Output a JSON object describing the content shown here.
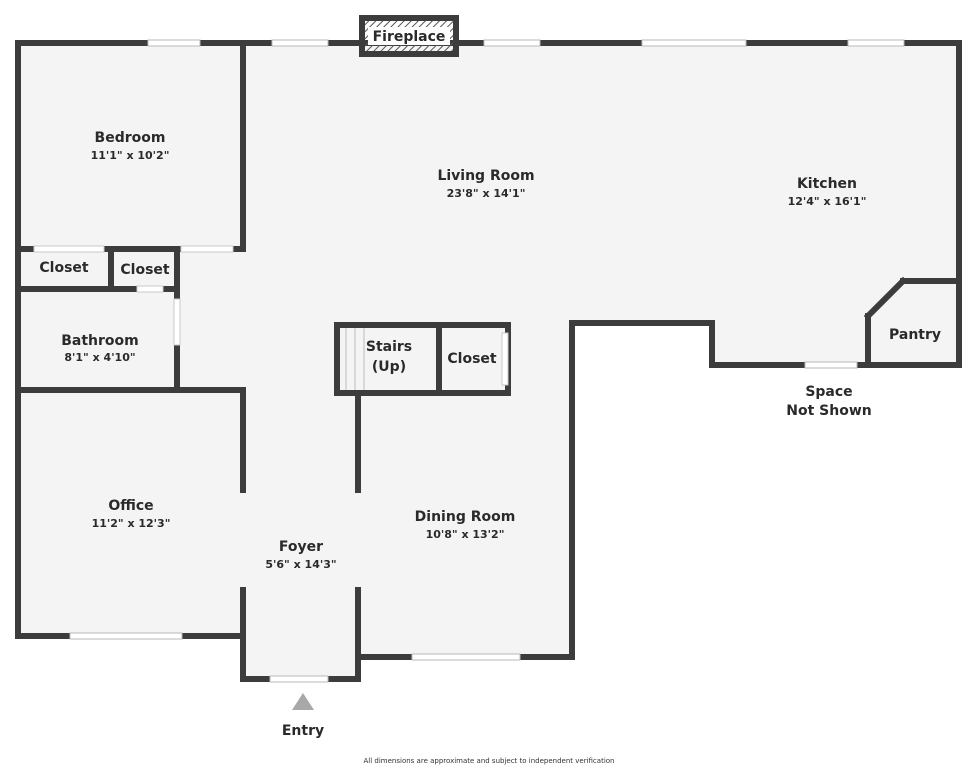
{
  "colors": {
    "wall": "#3c3c3c",
    "floor": "#f4f4f4",
    "window": "#ffffff",
    "fireplace_hatch": "#555555",
    "entry_arrow": "#a8a8a8"
  },
  "rooms": {
    "bedroom": {
      "name": "Bedroom",
      "dims": "11'1\" x 10'2\""
    },
    "living_room": {
      "name": "Living Room",
      "dims": "23'8\" x 14'1\""
    },
    "kitchen": {
      "name": "Kitchen",
      "dims": "12'4\" x 16'1\""
    },
    "bathroom": {
      "name": "Bathroom",
      "dims": "8'1\" x 4'10\""
    },
    "office": {
      "name": "Office",
      "dims": "11'2\" x 12'3\""
    },
    "foyer": {
      "name": "Foyer",
      "dims": "5'6\" x 14'3\""
    },
    "dining_room": {
      "name": "Dining Room",
      "dims": "10'8\" x 13'2\""
    }
  },
  "labels": {
    "fireplace": "Fireplace",
    "closet_left": "Closet",
    "closet_mid": "Closet",
    "closet_stairs": "Closet",
    "stairs_line1": "Stairs",
    "stairs_line2": "(Up)",
    "pantry": "Pantry",
    "space_line1": "Space",
    "space_line2": "Not Shown",
    "entry": "Entry"
  },
  "footer": {
    "disclaimer": "All dimensions are approximate and subject to independent verification"
  }
}
